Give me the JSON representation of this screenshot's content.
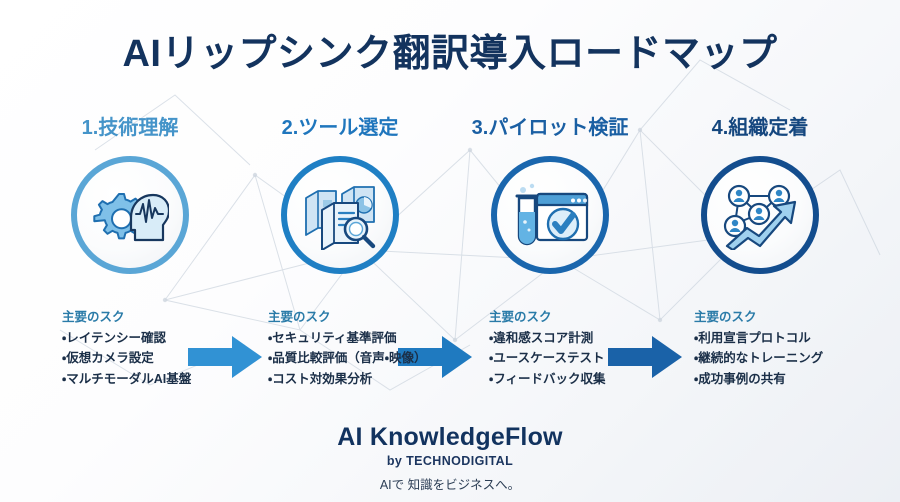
{
  "title": "AIリップシンク翻訳導入ロードマップ",
  "colors": {
    "title": "#13335e",
    "step1": "#5aa6d6",
    "step2": "#1f7fc4",
    "step3": "#1a66ad",
    "step4": "#134d8e",
    "arrow1": "#3192d4",
    "arrow2": "#1f7ac0",
    "arrow3": "#1a62a8",
    "skill_head": "#2a7ba8",
    "skill_text": "#1b2f48",
    "background": "#eceff4"
  },
  "steps": [
    {
      "title": "1.技術理解",
      "icon": "gear-brain-waveform-icon",
      "skills_head": "主要のスク",
      "skills": [
        "レイテンシー確認",
        "仮想カメラ設定",
        "マルチモーダルAI基盤"
      ]
    },
    {
      "title": "2.ツール選定",
      "icon": "boxes-magnifier-icon",
      "skills_head": "主要のスク",
      "skills": [
        "セキュリティ基準評価",
        "品質比較評価（音声・映像）",
        "コスト対効果分析"
      ]
    },
    {
      "title": "3.パイロット検証",
      "icon": "test-tube-browser-check-icon",
      "skills_head": "主要のスク",
      "skills": [
        "違和感スコア計測",
        "ユースケーステスト",
        "フィードバック収集"
      ]
    },
    {
      "title": "4.組織定着",
      "icon": "people-network-growth-arrow-icon",
      "skills_head": "主要のスク",
      "skills": [
        "利用宣言プロトコル",
        "継続的なトレーニング",
        "成功事例の共有"
      ]
    }
  ],
  "arrows": [
    {
      "name": "arrow-step1-to-step2"
    },
    {
      "name": "arrow-step2-to-step3"
    },
    {
      "name": "arrow-step3-to-step4"
    }
  ],
  "footer": {
    "brand": "AI KnowledgeFlow",
    "by": "by TECHNODIGITAL",
    "tagline": "AIで 知識をビジネスへ。"
  }
}
